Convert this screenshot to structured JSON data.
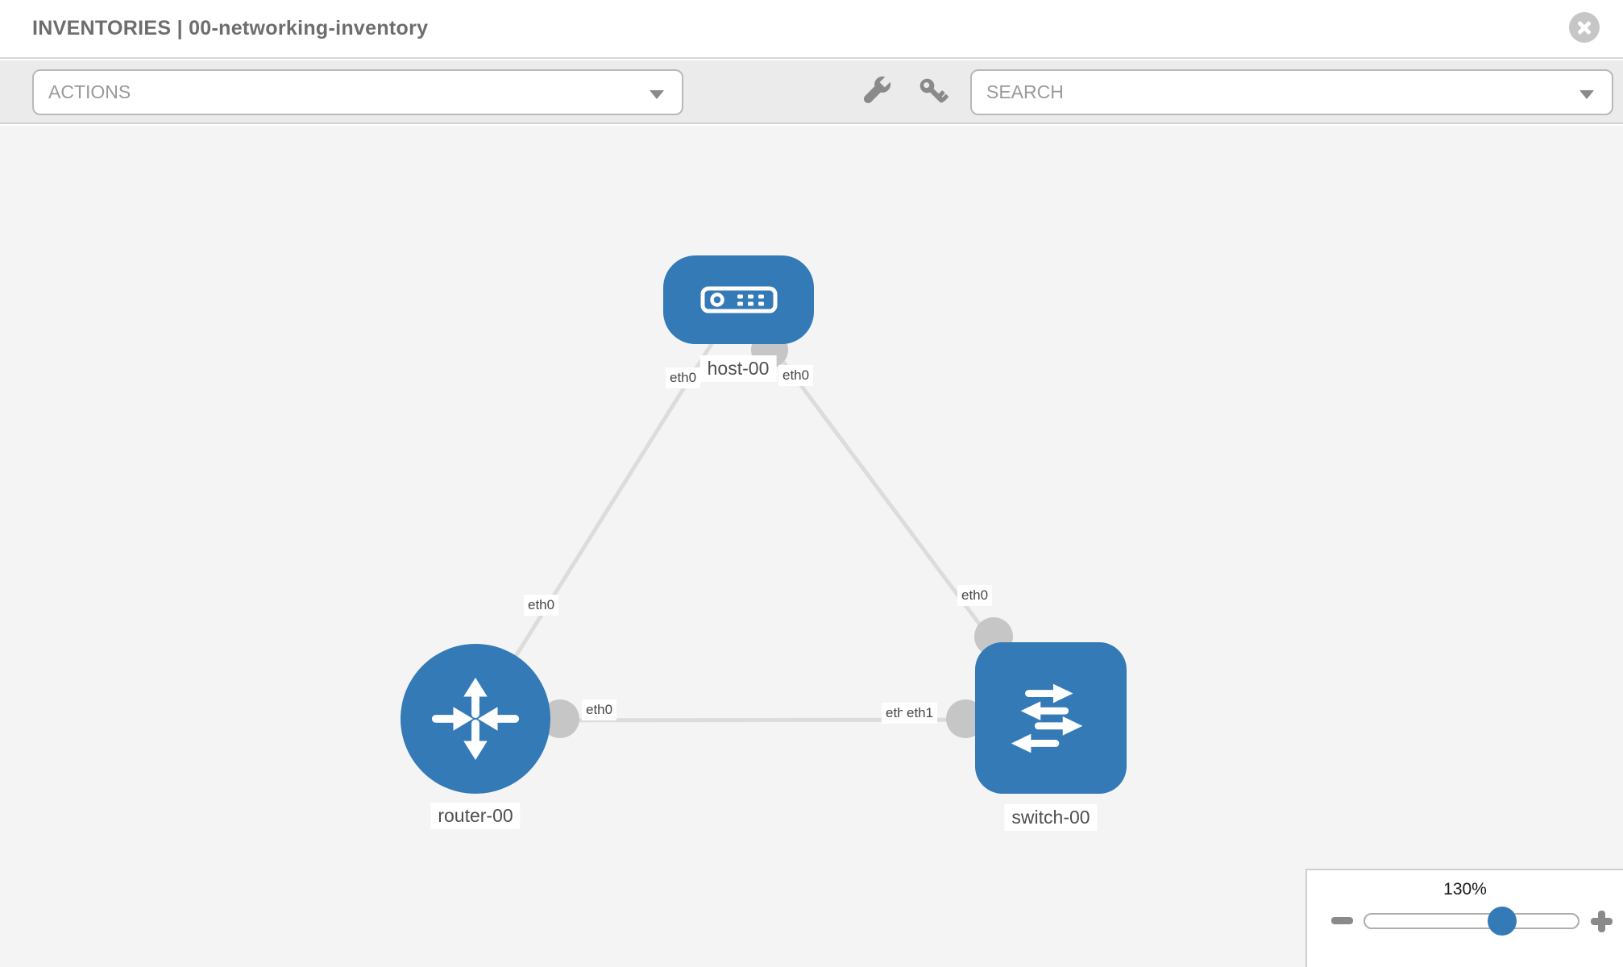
{
  "header": {
    "title": "INVENTORIES | 00-networking-inventory"
  },
  "toolbar": {
    "actions_label": "ACTIONS",
    "search_placeholder": "SEARCH"
  },
  "topology": {
    "nodes": [
      {
        "id": "host-00",
        "type": "host",
        "label": "host-00"
      },
      {
        "id": "router-00",
        "type": "router",
        "label": "router-00"
      },
      {
        "id": "switch-00",
        "type": "switch",
        "label": "switch-00"
      }
    ],
    "links": [
      {
        "source": "host-00",
        "source_interface": "eth0",
        "target": "router-00",
        "target_interface": "eth0"
      },
      {
        "source": "host-00",
        "source_interface": "eth0",
        "target": "switch-00",
        "target_interface": "eth0"
      },
      {
        "source": "router-00",
        "source_interface": "eth0",
        "target": "switch-00",
        "target_interface": "eth1"
      }
    ],
    "interface_labels": [
      {
        "text": "eth0",
        "position": "host-side-of-router-link"
      },
      {
        "text": "eth0",
        "position": "host-side-of-switch-link"
      },
      {
        "text": "eth0",
        "position": "router-side-of-host-link"
      },
      {
        "text": "eth0",
        "position": "switch-side-of-host-link"
      },
      {
        "text": "eth0",
        "position": "router-side-of-switch-link"
      },
      {
        "text": "eth0",
        "position": "switch-side-of-router-link-underneath"
      },
      {
        "text": "eth1",
        "position": "switch-side-of-router-link"
      }
    ]
  },
  "zoom_control": {
    "level": "130%"
  },
  "colors": {
    "node_fill": "#337ab7",
    "edge_stroke": "#dcdcdc",
    "endpoint_fill": "#c6c6c6",
    "canvas_bg": "#f4f4f4",
    "toolbar_bg": "#ebebeb",
    "slider_thumb": "#337ab7"
  }
}
